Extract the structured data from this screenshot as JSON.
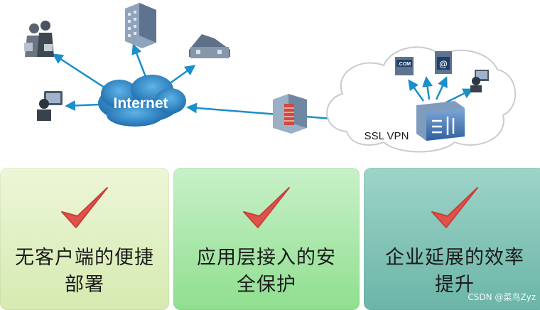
{
  "diagram": {
    "internet_label": "Internet",
    "ssl_vpn_label": "SSL VPN",
    "server_com_label": ".COM",
    "server_at_label": "@"
  },
  "features": [
    {
      "line1": "无客户端的便捷",
      "line2": "部署"
    },
    {
      "line1": "应用层接入的安",
      "line2": "全保护"
    },
    {
      "line1": "企业延展的效率",
      "line2": "提升"
    }
  ],
  "watermark": "CSDN @菜鸟Zyz",
  "colors": {
    "arrow": "#1a8fc9",
    "check": "#e0524a",
    "cloud_fill": "#2f8fd0",
    "card1": "#e3f0c4",
    "card2": "#aee8ae",
    "card3": "#86c6b8"
  }
}
